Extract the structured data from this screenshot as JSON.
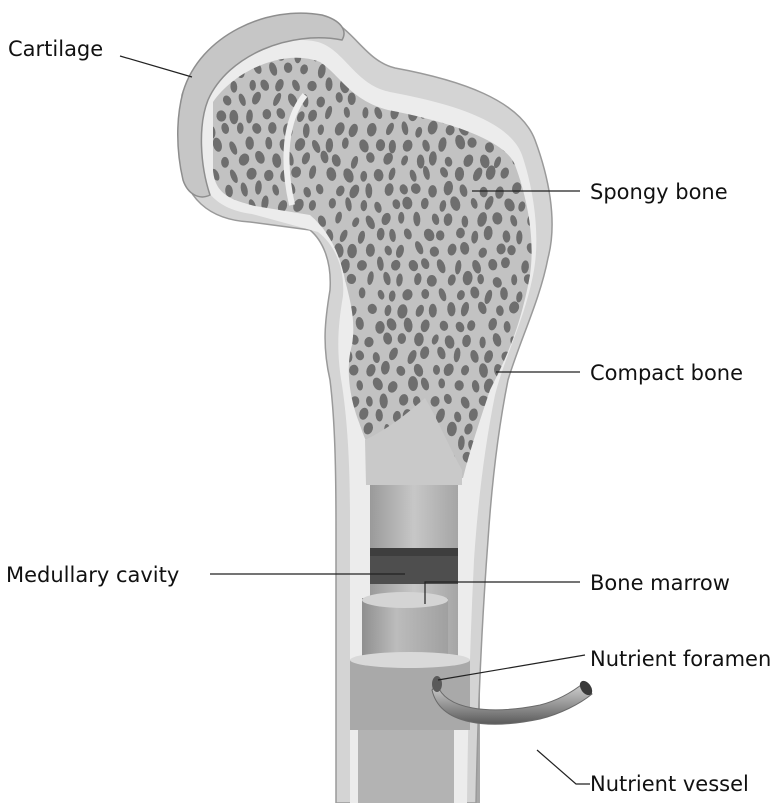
{
  "diagram": {
    "labels": {
      "cartilage": "Cartilage",
      "spongy_bone": "Spongy bone",
      "compact_bone": "Compact bone",
      "medullary_cavity": "Medullary cavity",
      "bone_marrow": "Bone marrow",
      "nutrient_foramen": "Nutrient foramen",
      "nutrient_vessel": "Nutrient vessel"
    },
    "colors": {
      "outer_bone": "#cfcfcf",
      "compact_bone": "#e8e8e8",
      "spongy_fill": "#bdbdbd",
      "pores": "#6e6e6e",
      "marrow_dark": "#555555",
      "shaft": "#b8b8b8",
      "leader_line": "#222222"
    }
  }
}
